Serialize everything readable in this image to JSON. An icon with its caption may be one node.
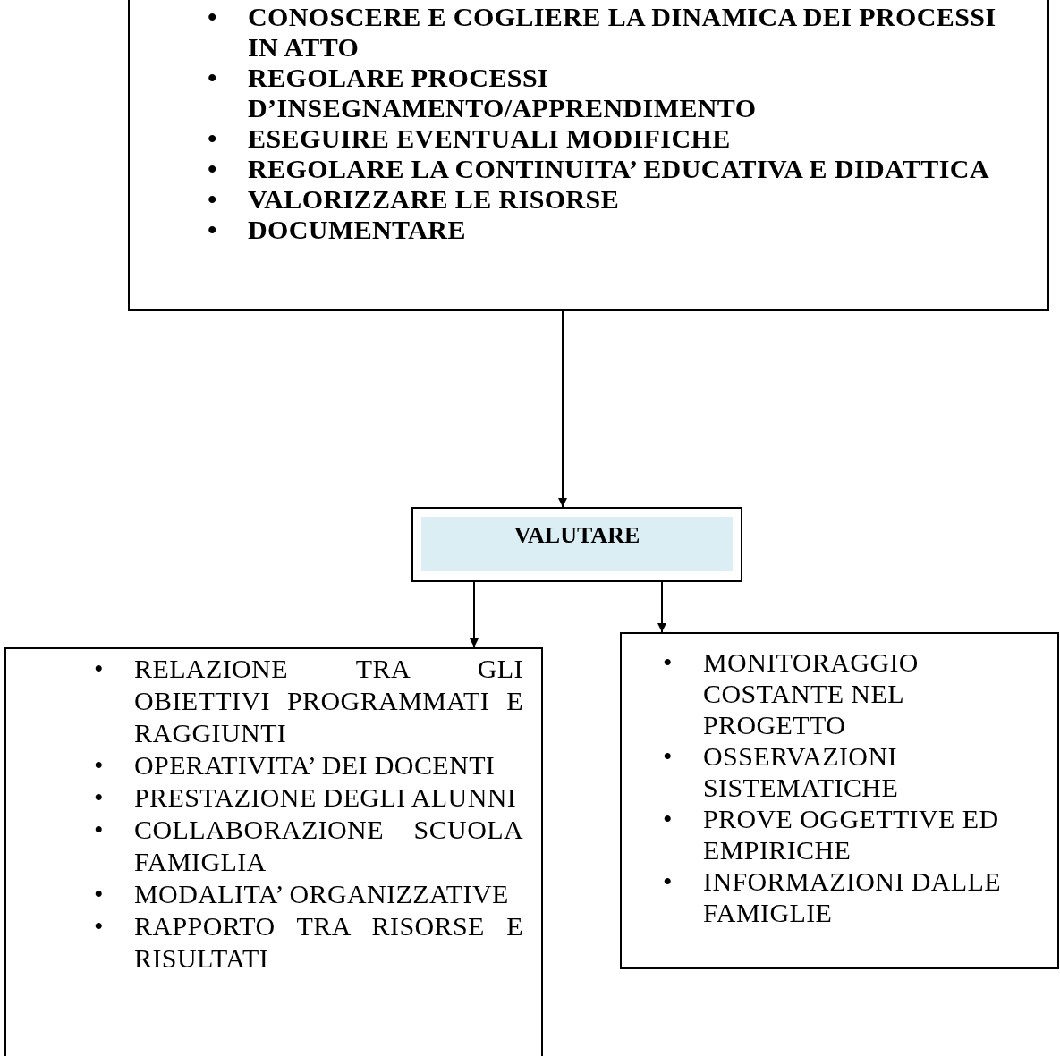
{
  "diagram": {
    "nodes": [
      {
        "text": [
          "• CONOSCERE E COGLIERE LA DINAMICA DEI PROCESSI IN ATTO",
          "• REGOLARE PROCESSI D’INSEGNAMENTO/APPRENDIMENTO",
          "• ESEGUIRE EVENTUALI MODIFICHE",
          "• REGOLARE LA CONTINUITA’ EDUCATIVA E DIDATTICA",
          "• VALORIZZARE LE RISORSE",
          "• DOCUMENTARE"
        ]
      },
      {
        "text": [
          "VALUTARE"
        ]
      },
      {
        "text": [
          "• RELAZIONE TRA GLI OBIETTIVI PROGRAMMATI E RAGGIUNTI",
          "• OPERATIVITA’ DEI DOCENTI",
          "• PRESTAZIONE DEGLI ALUNNI",
          "• COLLABORAZIONE SCUOLA FAMIGLIA",
          "• MODALITA’ ORGANIZZATIVE",
          "• RAPPORTO TRA RISORSE E RISULTATI"
        ]
      },
      {
        "text": [
          "• MONITORAGGIO COSTANTE NEL PROGETTO",
          "• OSSERVAZIONI SISTEMATICHE",
          "• PROVE OGGETTIVE ED EMPIRICHE",
          "• INFORMAZIONI DALLE FAMIGLIE"
        ]
      }
    ],
    "edges": [
      {
        "from": 0,
        "to": 1,
        "arrow": "to"
      },
      {
        "from": 1,
        "to": 2,
        "arrow": "to"
      },
      {
        "from": 1,
        "to": 3,
        "arrow": "to"
      }
    ]
  }
}
